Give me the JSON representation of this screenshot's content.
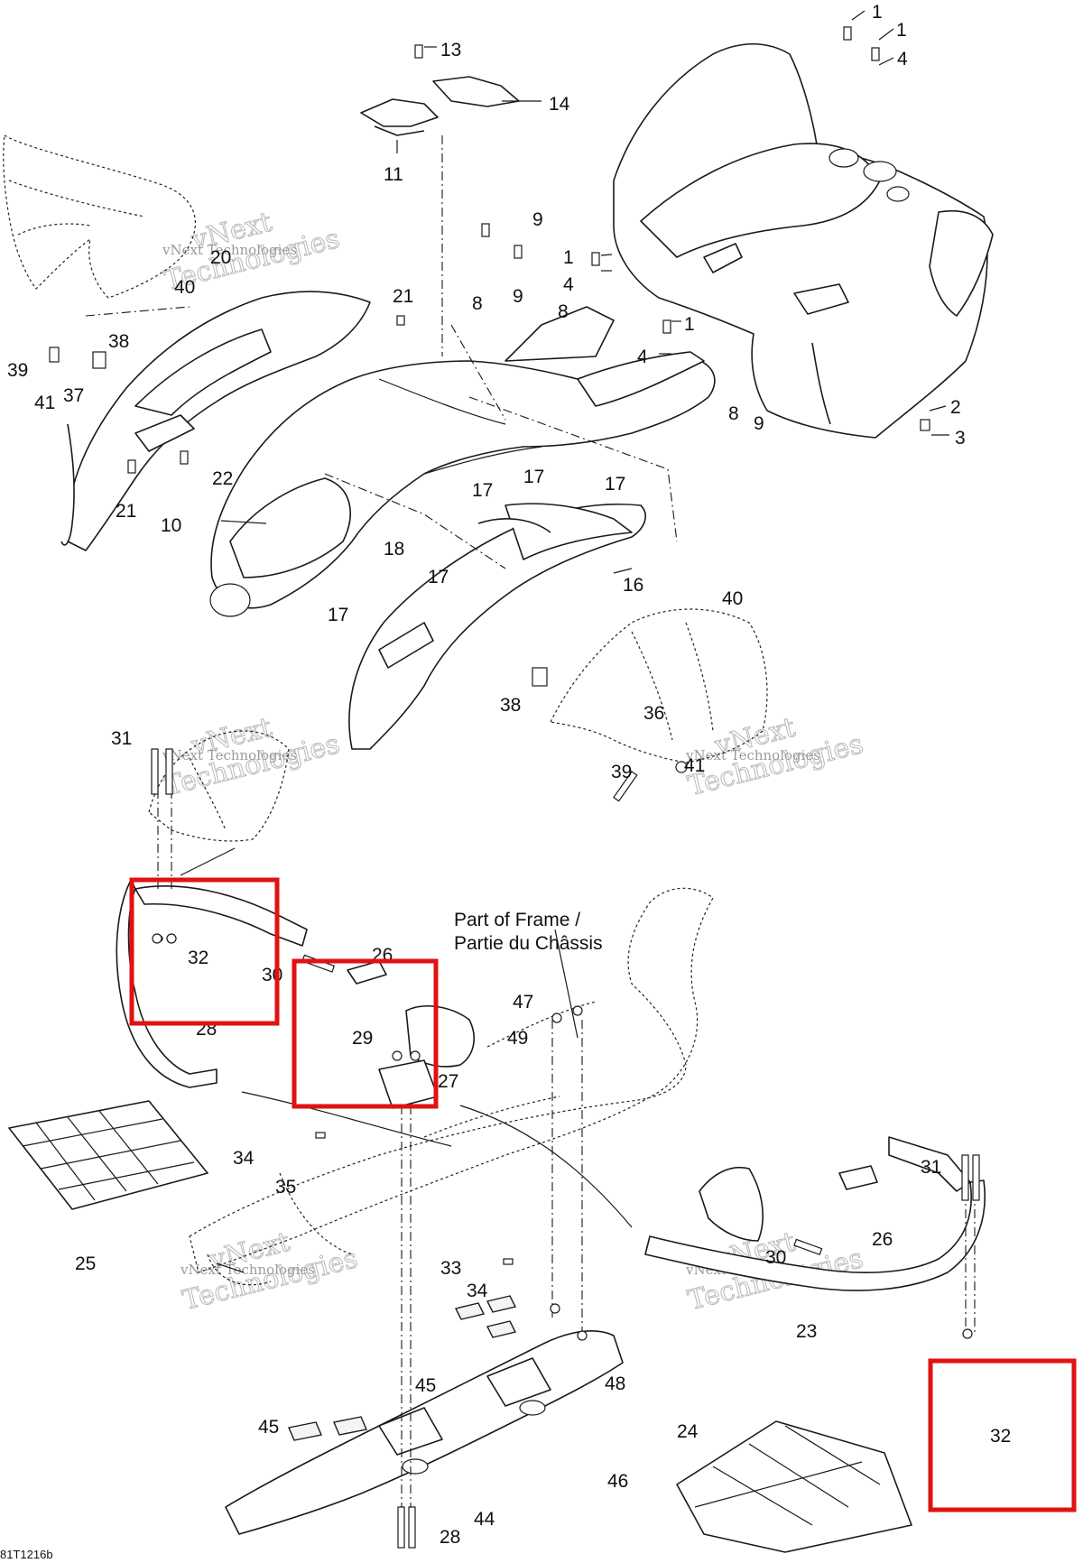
{
  "callouts": {
    "c1a": "1",
    "c1b": "1",
    "c1c": "1",
    "c1d": "1",
    "c2": "2",
    "c3": "3",
    "c4a": "4",
    "c4b": "4",
    "c4c": "4",
    "c8a": "8",
    "c8b": "8",
    "c8c": "8",
    "c9a": "9",
    "c9b": "9",
    "c9c": "9",
    "c10": "10",
    "c11": "11",
    "c13": "13",
    "c14": "14",
    "c16": "16",
    "c17a": "17",
    "c17b": "17",
    "c17c": "17",
    "c17d": "17",
    "c17e": "17",
    "c18": "18",
    "c20": "20",
    "c21a": "21",
    "c21b": "21",
    "c22": "22",
    "c23": "23",
    "c24": "24",
    "c25": "25",
    "c26a": "26",
    "c26b": "26",
    "c27": "27",
    "c28a": "28",
    "c28b": "28",
    "c29": "29",
    "c30a": "30",
    "c30b": "30",
    "c31a": "31",
    "c31b": "31",
    "c32a": "32",
    "c32b": "32",
    "c33": "33",
    "c34a": "34",
    "c34b": "34",
    "c35": "35",
    "c36": "36",
    "c37": "37",
    "c38a": "38",
    "c38b": "38",
    "c39a": "39",
    "c39b": "39",
    "c40a": "40",
    "c40b": "40",
    "c41a": "41",
    "c41b": "41",
    "c44": "44",
    "c45a": "45",
    "c45b": "45",
    "c46": "46",
    "c47": "47",
    "c48": "48",
    "c49": "49"
  },
  "frame_note": {
    "line1": "Part of Frame /",
    "line2": "Partie du Châssis"
  },
  "watermark": {
    "top": "vNext",
    "bottom": "Technologies",
    "small": "vNext Technologies"
  },
  "reference_code": "81T1216b",
  "highlight_color": "#e01212"
}
